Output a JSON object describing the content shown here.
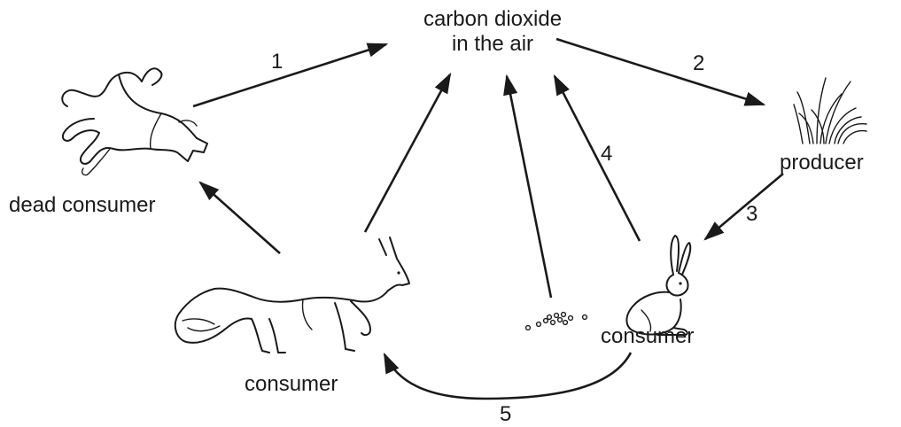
{
  "nodes": {
    "air": {
      "line1": "carbon dioxide",
      "line2": "in the air"
    },
    "producer": "producer",
    "dead_consumer": "dead consumer",
    "rabbit_consumer": "consumer",
    "fox_consumer": "consumer"
  },
  "arrows": {
    "a1": "1",
    "a2": "2",
    "a3": "3",
    "a4": "4",
    "a5": "5"
  },
  "icons": [
    "dead-fox-icon",
    "grass-icon",
    "rabbit-icon",
    "fox-icon",
    "droppings-icon"
  ]
}
